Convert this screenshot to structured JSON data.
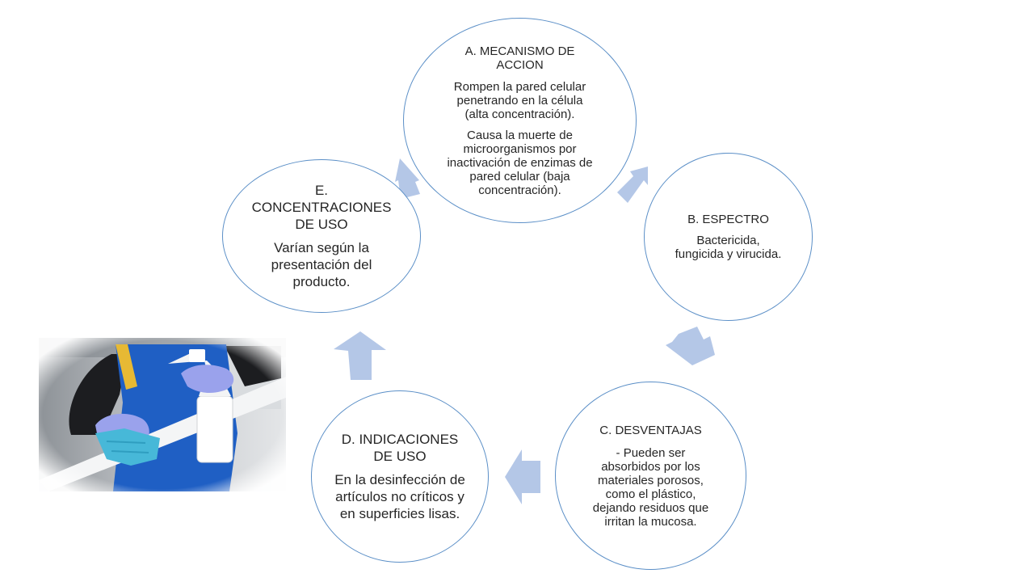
{
  "colors": {
    "node_border": "#5b8fc7",
    "arrow_fill": "#b4c7e7",
    "text": "#262626",
    "apron_blue": "#1f5fc4",
    "glove_lilac": "#9aa2ec",
    "cloth_teal": "#47b8d8"
  },
  "nodes": {
    "a": {
      "title": "A. MECANISMO DE ACCION",
      "text1": "Rompen la pared celular penetrando en la célula (alta concentración).",
      "text2": "Causa la muerte de microorganismos por inactivación de enzimas de pared celular (baja concentración)."
    },
    "b": {
      "title": "B. ESPECTRO",
      "text": "Bactericida, fungicida y virucida."
    },
    "c": {
      "title": "C. DESVENTAJAS",
      "text": "- Pueden ser absorbidos por los materiales porosos, como el plástico, dejando residuos que irritan la mucosa."
    },
    "d": {
      "title": "D. INDICACIONES DE USO",
      "text": "En la desinfección de artículos no críticos y en superficies lisas."
    },
    "e": {
      "title": "E. CONCENTRACIONES DE USO",
      "text": "Varían según la presentación del producto."
    }
  },
  "photo": {
    "subject": "person-disinfecting-surface"
  }
}
